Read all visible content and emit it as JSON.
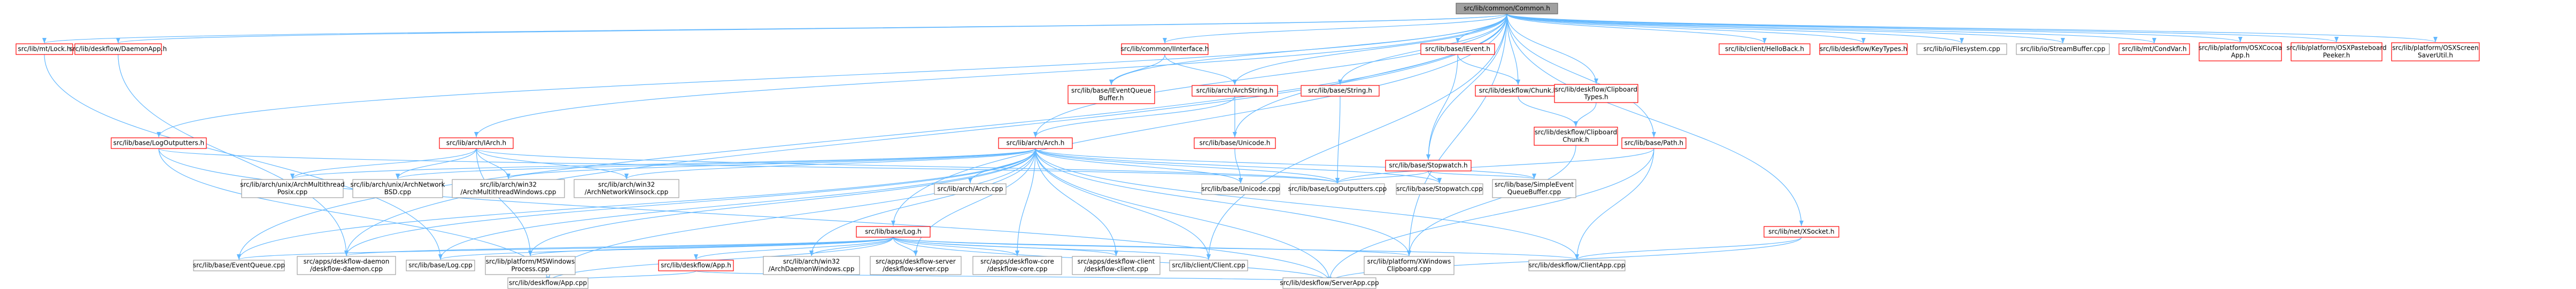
{
  "diagram": {
    "colors": {
      "edge": "#63b8ff",
      "leaf_border": "#a0a0a0",
      "node_border": "#ff0000",
      "root_fill": "#a0a0a0"
    },
    "nodes": [
      {
        "id": "common",
        "lines": [
          "src/lib/common/Common.h"
        ],
        "style": "root"
      },
      {
        "id": "mtlock",
        "lines": [
          "src/lib/mt/Lock.h"
        ],
        "style": "red"
      },
      {
        "id": "daemonapp",
        "lines": [
          "src/lib/deskflow/DaemonApp.h"
        ],
        "style": "red"
      },
      {
        "id": "logout",
        "lines": [
          "src/lib/base/LogOutputters.h"
        ],
        "style": "red"
      },
      {
        "id": "ixarch",
        "lines": [
          "src/lib/arch/IArch.h"
        ],
        "style": "red"
      },
      {
        "id": "iinterface",
        "lines": [
          "src/lib/common/IInterface.h"
        ],
        "style": "red"
      },
      {
        "id": "ieventqueue",
        "lines": [
          "src/lib/base/IEventQueue",
          "Buffer.h"
        ],
        "style": "red"
      },
      {
        "id": "archstring",
        "lines": [
          "src/lib/arch/ArchString.h"
        ],
        "style": "red"
      },
      {
        "id": "basestring",
        "lines": [
          "src/lib/base/String.h"
        ],
        "style": "red"
      },
      {
        "id": "ievent",
        "lines": [
          "src/lib/base/IEvent.h"
        ],
        "style": "red"
      },
      {
        "id": "chunk",
        "lines": [
          "src/lib/deskflow/Chunk.h"
        ],
        "style": "red"
      },
      {
        "id": "clipboardtypes",
        "lines": [
          "src/lib/deskflow/Clipboard",
          "Types.h"
        ],
        "style": "red"
      },
      {
        "id": "clipboardchunk",
        "lines": [
          "src/lib/deskflow/Clipboard",
          "Chunk.h"
        ],
        "style": "red"
      },
      {
        "id": "stopwatchh",
        "lines": [
          "src/lib/base/Stopwatch.h"
        ],
        "style": "red"
      },
      {
        "id": "path",
        "lines": [
          "src/lib/base/Path.h"
        ],
        "style": "red"
      },
      {
        "id": "arch",
        "lines": [
          "src/lib/arch/Arch.h"
        ],
        "style": "red"
      },
      {
        "id": "unicode",
        "lines": [
          "src/lib/base/Unicode.h"
        ],
        "style": "red"
      },
      {
        "id": "log",
        "lines": [
          "src/lib/base/Log.h"
        ],
        "style": "red"
      },
      {
        "id": "app",
        "lines": [
          "src/lib/deskflow/App.h"
        ],
        "style": "red"
      },
      {
        "id": "ixsocket",
        "lines": [
          "src/lib/net/XSocket.h"
        ],
        "style": "red"
      },
      {
        "id": "helloback",
        "lines": [
          "src/lib/client/HelloBack.h"
        ],
        "style": "red"
      },
      {
        "id": "keytypes",
        "lines": [
          "src/lib/deskflow/KeyTypes.h"
        ],
        "style": "red"
      },
      {
        "id": "ifilesystem",
        "lines": [
          "src/lib/io/Filesystem.cpp"
        ],
        "style": "gray"
      },
      {
        "id": "streambuffer",
        "lines": [
          "src/lib/io/StreamBuffer.cpp"
        ],
        "style": "gray"
      },
      {
        "id": "condvar",
        "lines": [
          "src/lib/mt/CondVar.h"
        ],
        "style": "red"
      },
      {
        "id": "osxcocoa",
        "lines": [
          "src/lib/platform/OSXCocoa",
          "App.h"
        ],
        "style": "red"
      },
      {
        "id": "osxpaste",
        "lines": [
          "src/lib/platform/OSXPasteboard",
          "Peeker.h"
        ],
        "style": "red"
      },
      {
        "id": "osxscreen",
        "lines": [
          "src/lib/platform/OSXScreen",
          "SaverUtil.h"
        ],
        "style": "red"
      },
      {
        "id": "multithread",
        "lines": [
          "src/lib/arch/unix/ArchMultithread",
          "Posix.cpp"
        ],
        "style": "gray"
      },
      {
        "id": "archnetbsd",
        "lines": [
          "src/lib/arch/unix/ArchNetwork",
          "BSD.cpp"
        ],
        "style": "gray"
      },
      {
        "id": "archmtwin",
        "lines": [
          "src/lib/arch/win32",
          "/ArchMultithreadWindows.cpp"
        ],
        "style": "gray"
      },
      {
        "id": "archnetwin",
        "lines": [
          "src/lib/arch/win32",
          "/ArchNetworkWinsock.cpp"
        ],
        "style": "gray"
      },
      {
        "id": "archcpp",
        "lines": [
          "src/lib/arch/Arch.cpp"
        ],
        "style": "gray"
      },
      {
        "id": "unicodecpp",
        "lines": [
          "src/lib/base/Unicode.cpp"
        ],
        "style": "gray"
      },
      {
        "id": "logoutcpp",
        "lines": [
          "src/lib/base/LogOutputters.cpp"
        ],
        "style": "gray"
      },
      {
        "id": "stopwatchcpp",
        "lines": [
          "src/lib/base/Stopwatch.cpp"
        ],
        "style": "gray"
      },
      {
        "id": "simpleevent",
        "lines": [
          "src/lib/base/SimpleEvent",
          "QueueBuffer.cpp"
        ],
        "style": "gray"
      },
      {
        "id": "eventqueue",
        "lines": [
          "src/lib/base/EventQueue.cpp"
        ],
        "style": "gray"
      },
      {
        "id": "appsdaemon",
        "lines": [
          "src/apps/deskflow-daemon",
          "/deskflow-daemon.cpp"
        ],
        "style": "gray"
      },
      {
        "id": "logcpp",
        "lines": [
          "src/lib/base/Log.cpp"
        ],
        "style": "gray"
      },
      {
        "id": "mswindows",
        "lines": [
          "src/lib/platform/MSWindows",
          "Process.cpp"
        ],
        "style": "gray"
      },
      {
        "id": "archdaemonwin",
        "lines": [
          "src/lib/arch/win32",
          "/ArchDaemonWindows.cpp"
        ],
        "style": "gray"
      },
      {
        "id": "appsserver",
        "lines": [
          "src/apps/deskflow-server",
          "/deskflow-server.cpp"
        ],
        "style": "gray"
      },
      {
        "id": "appscore",
        "lines": [
          "src/apps/deskflow-core",
          "/deskflow-core.cpp"
        ],
        "style": "gray"
      },
      {
        "id": "appsclient",
        "lines": [
          "src/apps/deskflow-client",
          "/deskflow-client.cpp"
        ],
        "style": "gray"
      },
      {
        "id": "clientcpp",
        "lines": [
          "src/lib/client/Client.cpp"
        ],
        "style": "gray"
      },
      {
        "id": "xwindows",
        "lines": [
          "src/lib/platform/XWindows",
          "Clipboard.cpp"
        ],
        "style": "gray"
      },
      {
        "id": "clientapp",
        "lines": [
          "src/lib/deskflow/ClientApp.cpp"
        ],
        "style": "gray"
      },
      {
        "id": "appcpp",
        "lines": [
          "src/lib/deskflow/App.cpp"
        ],
        "style": "gray"
      },
      {
        "id": "serverapp",
        "lines": [
          "src/lib/deskflow/ServerApp.cpp"
        ],
        "style": "gray"
      }
    ],
    "edges": [
      [
        "common",
        "mtlock"
      ],
      [
        "common",
        "daemonapp"
      ],
      [
        "common",
        "logout"
      ],
      [
        "common",
        "ixarch"
      ],
      [
        "common",
        "iinterface"
      ],
      [
        "common",
        "ieventqueue"
      ],
      [
        "common",
        "archstring"
      ],
      [
        "common",
        "basestring"
      ],
      [
        "common",
        "ievent"
      ],
      [
        "common",
        "chunk"
      ],
      [
        "common",
        "clipboardtypes"
      ],
      [
        "common",
        "stopwatchh"
      ],
      [
        "common",
        "path"
      ],
      [
        "common",
        "arch"
      ],
      [
        "common",
        "unicode"
      ],
      [
        "common",
        "log"
      ],
      [
        "common",
        "ixsocket"
      ],
      [
        "common",
        "helloback"
      ],
      [
        "common",
        "keytypes"
      ],
      [
        "common",
        "ifilesystem"
      ],
      [
        "common",
        "streambuffer"
      ],
      [
        "common",
        "condvar"
      ],
      [
        "common",
        "osxcocoa"
      ],
      [
        "common",
        "osxpaste"
      ],
      [
        "common",
        "osxscreen"
      ],
      [
        "common",
        "eventqueue"
      ],
      [
        "common",
        "appsdaemon"
      ],
      [
        "common",
        "clientcpp"
      ],
      [
        "common",
        "xwindows"
      ],
      [
        "iinterface",
        "ieventqueue"
      ],
      [
        "iinterface",
        "archstring"
      ],
      [
        "archstring",
        "arch"
      ],
      [
        "archstring",
        "unicode"
      ],
      [
        "ievent",
        "chunk"
      ],
      [
        "ievent",
        "stopwatchh"
      ],
      [
        "chunk",
        "clipboardchunk"
      ],
      [
        "clipboardtypes",
        "clipboardchunk"
      ],
      [
        "clipboardchunk",
        "xwindows"
      ],
      [
        "basestring",
        "logoutcpp"
      ],
      [
        "stopwatchh",
        "stopwatchcpp"
      ],
      [
        "stopwatchh",
        "simpleevent"
      ],
      [
        "stopwatchh",
        "logoutcpp"
      ],
      [
        "path",
        "clientapp"
      ],
      [
        "path",
        "serverapp"
      ],
      [
        "path",
        "logoutcpp"
      ],
      [
        "unicode",
        "unicodecpp"
      ],
      [
        "ixarch",
        "multithread"
      ],
      [
        "ixarch",
        "archnetbsd"
      ],
      [
        "ixarch",
        "archmtwin"
      ],
      [
        "ixarch",
        "archnetwin"
      ],
      [
        "ixarch",
        "logoutcpp"
      ],
      [
        "ixarch",
        "mswindows"
      ],
      [
        "logout",
        "appcpp"
      ],
      [
        "logout",
        "logoutcpp"
      ],
      [
        "logout",
        "serverapp"
      ],
      [
        "daemonapp",
        "appsdaemon"
      ],
      [
        "mtlock",
        "logcpp"
      ],
      [
        "arch",
        "multithread"
      ],
      [
        "arch",
        "archnetbsd"
      ],
      [
        "arch",
        "archmtwin"
      ],
      [
        "arch",
        "archnetwin"
      ],
      [
        "arch",
        "archcpp"
      ],
      [
        "arch",
        "unicodecpp"
      ],
      [
        "arch",
        "logoutcpp"
      ],
      [
        "arch",
        "stopwatchcpp"
      ],
      [
        "arch",
        "simpleevent"
      ],
      [
        "arch",
        "eventqueue"
      ],
      [
        "arch",
        "appsdaemon"
      ],
      [
        "arch",
        "logcpp"
      ],
      [
        "arch",
        "mswindows"
      ],
      [
        "arch",
        "archdaemonwin"
      ],
      [
        "arch",
        "appsserver"
      ],
      [
        "arch",
        "appscore"
      ],
      [
        "arch",
        "appsclient"
      ],
      [
        "arch",
        "clientcpp"
      ],
      [
        "arch",
        "xwindows"
      ],
      [
        "arch",
        "clientapp"
      ],
      [
        "arch",
        "appcpp"
      ],
      [
        "arch",
        "serverapp"
      ],
      [
        "log",
        "eventqueue"
      ],
      [
        "log",
        "appsdaemon"
      ],
      [
        "log",
        "logcpp"
      ],
      [
        "log",
        "mswindows"
      ],
      [
        "log",
        "archdaemonwin"
      ],
      [
        "log",
        "appsserver"
      ],
      [
        "log",
        "appscore"
      ],
      [
        "log",
        "appsclient"
      ],
      [
        "log",
        "clientcpp"
      ],
      [
        "log",
        "xwindows"
      ],
      [
        "log",
        "clientapp"
      ],
      [
        "log",
        "appcpp"
      ],
      [
        "log",
        "serverapp"
      ],
      [
        "log",
        "app"
      ],
      [
        "app",
        "appcpp"
      ],
      [
        "app",
        "serverapp"
      ],
      [
        "ixsocket",
        "clientapp"
      ],
      [
        "ixsocket",
        "serverapp"
      ]
    ]
  }
}
